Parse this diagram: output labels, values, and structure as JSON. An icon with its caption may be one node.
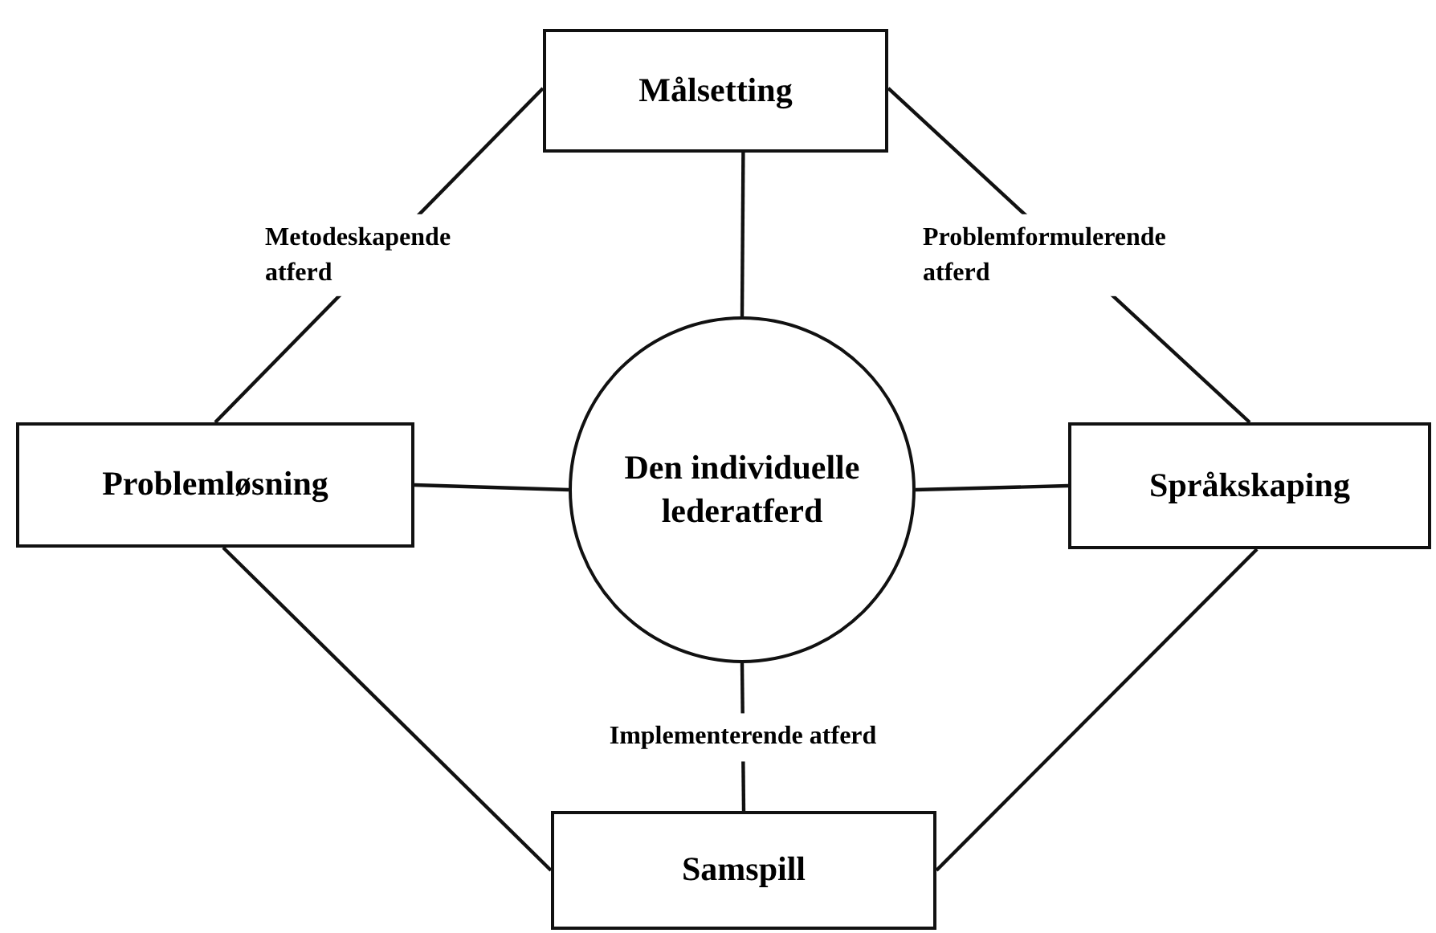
{
  "diagram": {
    "nodes": [
      {
        "text": [
          "Målsetting"
        ]
      },
      {
        "text": [
          "Problemløsning"
        ]
      },
      {
        "text": [
          "Den individuelle lederatferd"
        ]
      },
      {
        "text": [
          "Språkskaping"
        ]
      },
      {
        "text": [
          "Samspill"
        ]
      }
    ],
    "edges": [
      {
        "from": 0,
        "to": 2,
        "arrow": "none"
      },
      {
        "from": 1,
        "to": 2,
        "arrow": "none"
      },
      {
        "from": 2,
        "to": 3,
        "arrow": "none"
      },
      {
        "from": 2,
        "to": 4,
        "arrow": "none",
        "label": "Implementerende atferd"
      },
      {
        "from": 0,
        "to": 1,
        "arrow": "none",
        "label": "Metodeskapende atferd"
      },
      {
        "from": 0,
        "to": 3,
        "arrow": "none",
        "label": "Problemformulerende atferd"
      },
      {
        "from": 1,
        "to": 4,
        "arrow": "none"
      },
      {
        "from": 3,
        "to": 4,
        "arrow": "none"
      }
    ]
  }
}
